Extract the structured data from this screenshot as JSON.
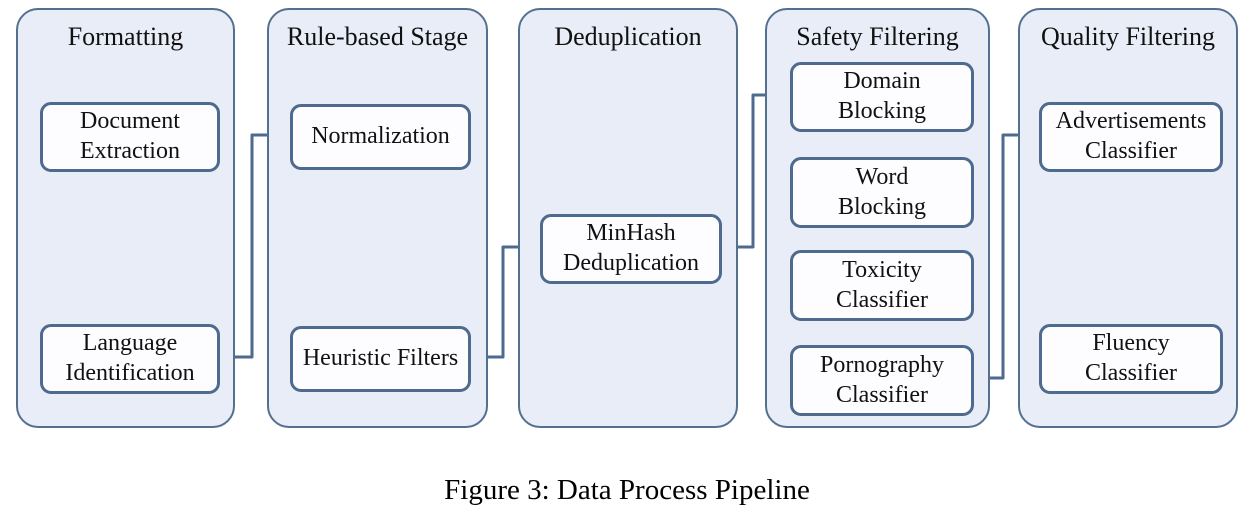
{
  "figure": {
    "caption": "Figure 3: Data Process Pipeline"
  },
  "colors": {
    "background": "#ffffff",
    "container_fill": "#e9edf8",
    "container_border": "#54708f",
    "node_fill": "#fdfdff",
    "node_border": "#4e6a8f",
    "connector": "#4e6a8f",
    "text": "#111111"
  },
  "stages": [
    {
      "title": "Formatting",
      "nodes": [
        {
          "label": "Document\nExtraction"
        },
        {
          "label": "Language\nIdentification"
        }
      ]
    },
    {
      "title": "Rule-based Stage",
      "nodes": [
        {
          "label": "Normalization"
        },
        {
          "label": "Heuristic Filters"
        }
      ]
    },
    {
      "title": "Deduplication",
      "nodes": [
        {
          "label": "MinHash\nDeduplication"
        }
      ]
    },
    {
      "title": "Safety Filtering",
      "nodes": [
        {
          "label": "Domain\nBlocking"
        },
        {
          "label": "Word\nBlocking"
        },
        {
          "label": "Toxicity\nClassifier"
        },
        {
          "label": "Pornography\nClassifier"
        }
      ]
    },
    {
      "title": "Quality Filtering",
      "nodes": [
        {
          "label": "Advertisements\nClassifier"
        },
        {
          "label": "Fluency\nClassifier"
        }
      ]
    }
  ],
  "connections": [
    {
      "from": "Document Extraction",
      "to": "Language Identification"
    },
    {
      "from": "Language Identification",
      "to": "Normalization"
    },
    {
      "from": "Normalization",
      "to": "Heuristic Filters"
    },
    {
      "from": "Heuristic Filters",
      "to": "MinHash Deduplication"
    },
    {
      "from": "MinHash Deduplication",
      "to": "Domain Blocking"
    },
    {
      "from": "Domain Blocking",
      "to": "Word Blocking"
    },
    {
      "from": "Word Blocking",
      "to": "Toxicity Classifier"
    },
    {
      "from": "Toxicity Classifier",
      "to": "Pornography Classifier"
    },
    {
      "from": "Pornography Classifier",
      "to": "Advertisements Classifier"
    },
    {
      "from": "Advertisements Classifier",
      "to": "Fluency Classifier"
    }
  ]
}
